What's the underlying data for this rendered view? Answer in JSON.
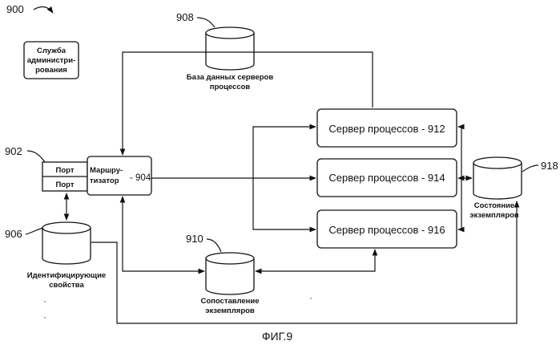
{
  "figure": {
    "number": "900",
    "caption": "ФИГ.9"
  },
  "admin_service": {
    "line1": "Служба",
    "line2": "администри-",
    "line3": "рования"
  },
  "ports": {
    "ref": "902",
    "port1": "Порт",
    "port2": "Порт"
  },
  "router": {
    "line1": "Маршру-",
    "line2": "тизатор",
    "id": "- 904"
  },
  "servers": [
    {
      "label": "Сервер процессов - 912"
    },
    {
      "label": "Сервер процессов - 914"
    },
    {
      "label": "Сервер процессов - 916"
    }
  ],
  "databases": {
    "process_db": {
      "ref": "908",
      "line1": "База данных серверов",
      "line2": "процессов"
    },
    "identifying": {
      "ref": "906",
      "line1": "Идентифицирующие",
      "line2": "свойства"
    },
    "mapping": {
      "ref": "910",
      "line1": "Сопоставление",
      "line2": "экземпляров"
    },
    "state": {
      "ref": "918",
      "line1": "Состояние",
      "line2": "экземпляров"
    }
  }
}
